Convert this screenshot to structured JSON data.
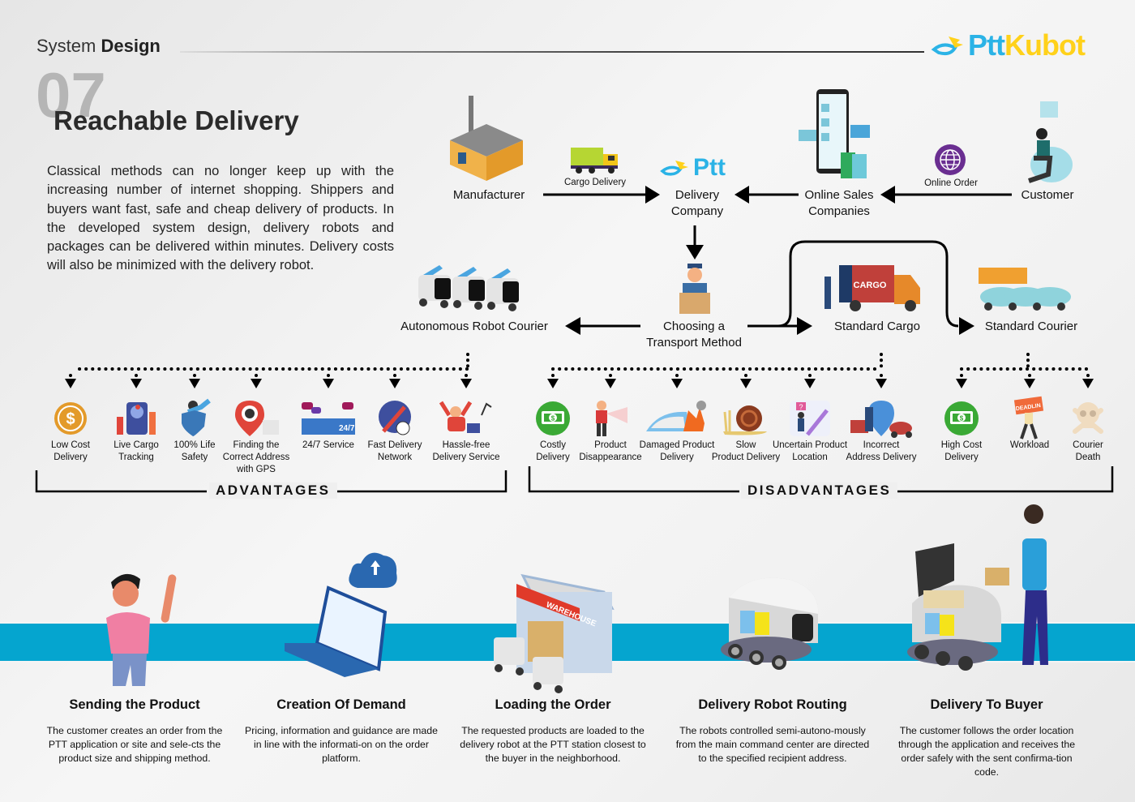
{
  "header": {
    "section_light": "System",
    "section_bold": "Design",
    "logo_part1": "Ptt",
    "logo_part2": "Kubot",
    "number": "07",
    "title": "Reachable Delivery",
    "intro": "Classical methods can no longer keep up with the increasing number of internet shopping. Shippers and buyers want fast, safe and cheap delivery of products. In the developed system design, delivery robots and packages can be delivered within minutes. Delivery costs will also be minimized with the delivery robot."
  },
  "flow": {
    "manufacturer": "Manufacturer",
    "cargo_delivery": "Cargo Delivery",
    "delivery_company_logo": "Ptt",
    "delivery_company_line1": "Delivery",
    "delivery_company_line2": "Company",
    "online_sales_line1": "Online Sales",
    "online_sales_line2": "Companies",
    "online_order": "Online Order",
    "customer": "Customer",
    "choosing_line1": "Choosing a",
    "choosing_line2": "Transport Method",
    "autonomous": "Autonomous Robot Courier",
    "standard_cargo": "Standard Cargo",
    "cargo_truck_text": "CARGO",
    "standard_courier": "Standard Courier"
  },
  "advantages": {
    "label": "ADVANTAGES",
    "items": [
      {
        "line1": "Low Cost",
        "line2": "Delivery",
        "line3": "",
        "icon": "dollar-coin-icon"
      },
      {
        "line1": "Live Cargo",
        "line2": "Tracking",
        "line3": "",
        "icon": "map-tracking-icon"
      },
      {
        "line1": "100% Life",
        "line2": "Safety",
        "line3": "",
        "icon": "shield-icon"
      },
      {
        "line1": "Finding the",
        "line2": "Correct Address",
        "line3": "with GPS",
        "icon": "gps-pin-icon"
      },
      {
        "line1": "24/7 Service",
        "line2": "",
        "line3": "",
        "icon": "support-desk-icon",
        "badge": "24/7"
      },
      {
        "line1": "Fast Delivery",
        "line2": "Network",
        "line3": "",
        "icon": "fast-network-icon"
      },
      {
        "line1": "Hassle-free",
        "line2": "Delivery Service",
        "line3": "",
        "icon": "happy-person-icon"
      }
    ]
  },
  "disadvantages": {
    "label": "DISADVANTAGES",
    "items": [
      {
        "line1": "Costly",
        "line2": "Delivery",
        "icon": "money-icon"
      },
      {
        "line1": "Product",
        "line2": "Disappearance",
        "icon": "search-person-icon"
      },
      {
        "line1": "Damaged Product",
        "line2": "Delivery",
        "icon": "burning-iron-icon"
      },
      {
        "line1": "Slow",
        "line2": "Product Delivery",
        "icon": "snail-icon"
      },
      {
        "line1": "Uncertain Product",
        "line2": "Location",
        "icon": "question-person-icon"
      },
      {
        "line1": "Incorrect",
        "line2": "Address Delivery",
        "icon": "courier-pin-icon"
      },
      {
        "line1": "High Cost",
        "line2": "Delivery",
        "icon": "money-icon"
      },
      {
        "line1": "Workload",
        "line2": "",
        "icon": "deadline-icon",
        "badge": "DEADLIN"
      },
      {
        "line1": "Courier",
        "line2": "Death",
        "icon": "skull-icon"
      }
    ]
  },
  "steps": [
    {
      "title": "Sending the Product",
      "desc": "The customer creates an order from the PTT application or site and sele-cts the product size and shipping method.",
      "icon": "waving-man-icon"
    },
    {
      "title": "Creation Of Demand",
      "desc": "Pricing, information and guidance are made in line with the informati-on on the order platform.",
      "icon": "cloud-laptop-icon"
    },
    {
      "title": "Loading the Order",
      "desc": "The requested products are loaded to the delivery robot at the PTT station closest to the buyer in the neighborhood.",
      "icon": "warehouse-icon",
      "sign": "WAREHOUSE"
    },
    {
      "title": "Delivery Robot Routing",
      "desc": "The robots controlled semi-autono-mously from the main command center are directed to the specified recipient address.",
      "icon": "delivery-robot-icon"
    },
    {
      "title": "Delivery To Buyer",
      "desc": "The customer follows the order location through the application and receives the order safely with the sent confirma-tion code.",
      "icon": "robot-buyer-icon"
    }
  ],
  "colors": {
    "band": "#05a5cf",
    "logo_blue": "#2bb3e6",
    "logo_yellow": "#ffd11a",
    "number_gray": "#b5b5b5",
    "money_green": "#3aa935",
    "coin_orange": "#e39a2a"
  }
}
